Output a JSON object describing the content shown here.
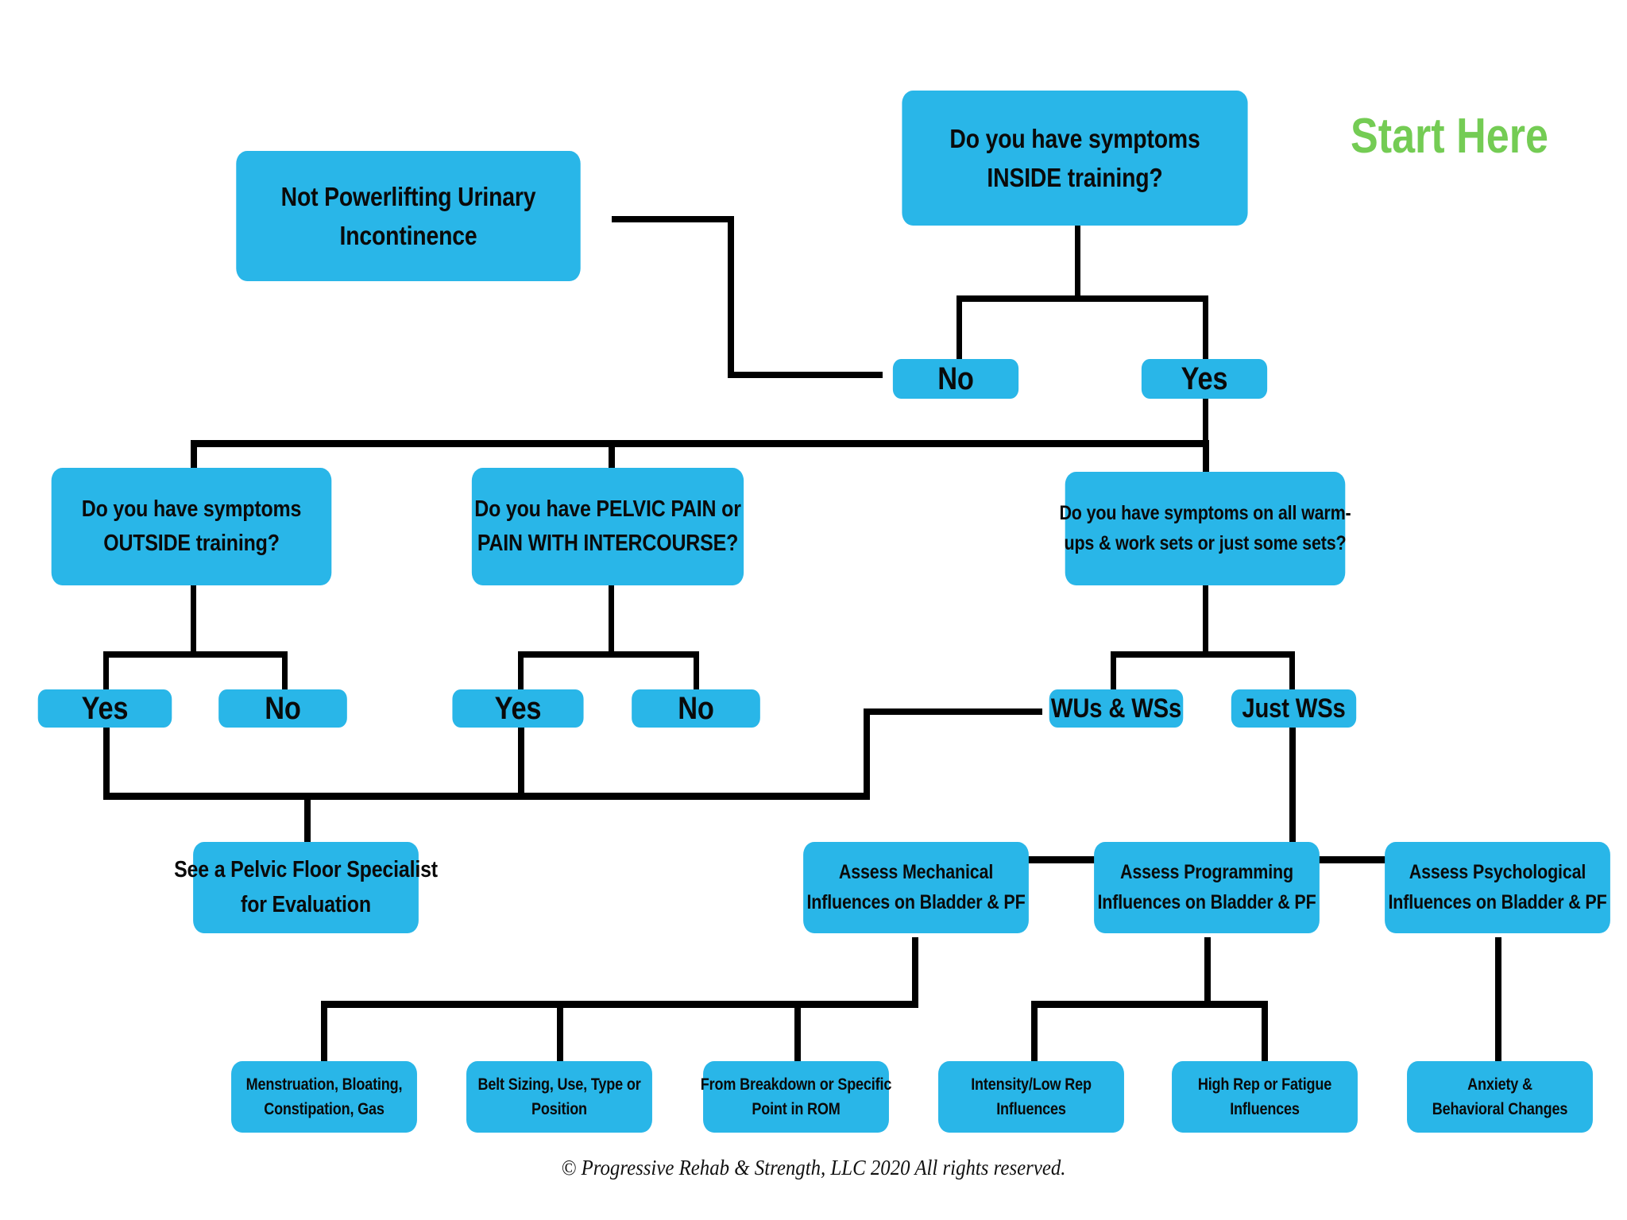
{
  "title": "Not Powerlifting Urinary Incontinence Decision Flowchart",
  "colors": {
    "box_fill": "#29b6e8",
    "box_text": "#0a0a0a",
    "connector": "#000000",
    "accent_green": "#74cc54",
    "background": "#ffffff"
  },
  "annotations": {
    "start_here": "Start Here"
  },
  "nodes": {
    "not_pl_ui": {
      "line1": "Not Powerlifting Urinary",
      "line2": "Incontinence"
    },
    "symptoms_inside": {
      "line1": "Do you have symptoms",
      "line2": "INSIDE training?"
    },
    "inside_no": {
      "label": "No"
    },
    "inside_yes": {
      "label": "Yes"
    },
    "symptoms_outside": {
      "line1": "Do you have symptoms",
      "line2": "OUTSIDE training?"
    },
    "outside_yes": {
      "label": "Yes"
    },
    "outside_no": {
      "label": "No"
    },
    "pelvic_pain": {
      "line1": "Do you have PELVIC PAIN or",
      "line2": "PAIN WITH INTERCOURSE?"
    },
    "pain_yes": {
      "label": "Yes"
    },
    "pain_no": {
      "label": "No"
    },
    "warmups_worksets": {
      "line1": "Do you have symptoms on all warm-",
      "line2": "ups & work sets or just some sets?"
    },
    "wus_wss": {
      "label": "WUs & WSs"
    },
    "just_wss": {
      "label": "Just WSs"
    },
    "pelvic_specialist": {
      "line1": "See a Pelvic Floor Specialist",
      "line2": "for Evaluation"
    },
    "assess_mechanical": {
      "line1": "Assess Mechanical",
      "line2": "Influences on Bladder & PF"
    },
    "assess_programming": {
      "line1": "Assess Programming",
      "line2": "Influences on Bladder & PF"
    },
    "assess_psychological": {
      "line1": "Assess Psychological",
      "line2": "Influences on Bladder & PF"
    },
    "menstruation": {
      "line1": "Menstruation, Bloating,",
      "line2": "Constipation, Gas"
    },
    "belt_sizing": {
      "line1": "Belt Sizing, Use, Type or",
      "line2": "Position"
    },
    "breakdown_rom": {
      "line1": "From Breakdown or Specific",
      "line2": "Point in ROM"
    },
    "intensity_low_rep": {
      "line1": "Intensity/Low Rep",
      "line2": "Influences"
    },
    "high_rep_fatigue": {
      "line1": "High Rep or Fatigue",
      "line2": "Influences"
    },
    "anxiety": {
      "line1": "Anxiety &",
      "line2": "Behavioral Changes"
    }
  },
  "footer": {
    "copyright": "© Progressive Rehab & Strength, LLC 2020 All rights reserved."
  }
}
